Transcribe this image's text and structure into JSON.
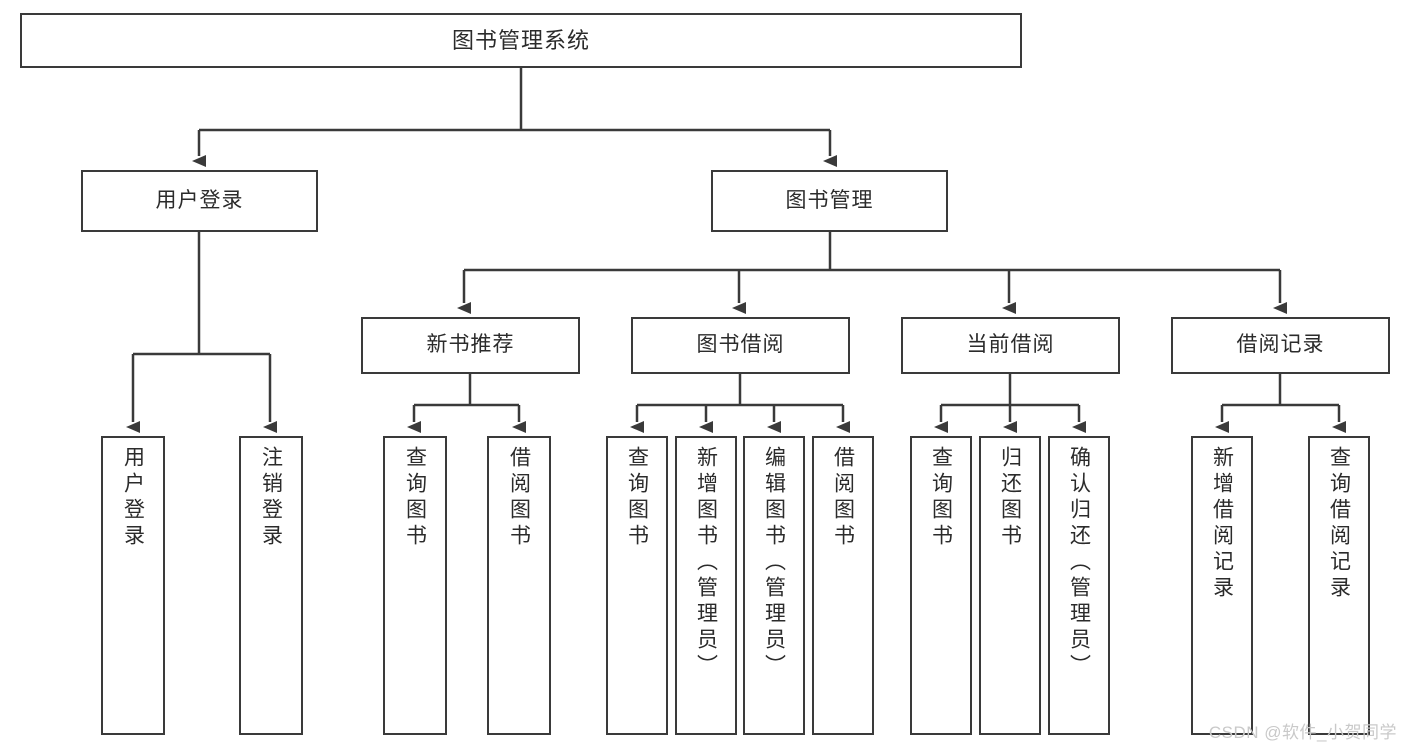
{
  "diagram": {
    "title": "图书管理系统",
    "type": "tree-hierarchy-functional-decomposition",
    "root": {
      "label": "图书管理系统"
    },
    "level2": [
      {
        "label": "用户登录"
      },
      {
        "label": "图书管理"
      }
    ],
    "level3": [
      {
        "label": "新书推荐"
      },
      {
        "label": "图书借阅"
      },
      {
        "label": "当前借阅"
      },
      {
        "label": "借阅记录"
      }
    ],
    "leaves": {
      "user_login": [
        {
          "label": "用户登录"
        },
        {
          "label": "注销登录"
        }
      ],
      "new_book_recommend": [
        {
          "label": "查询图书"
        },
        {
          "label": "借阅图书"
        }
      ],
      "book_borrow": [
        {
          "label": "查询图书"
        },
        {
          "label": "新增图书（管理员）"
        },
        {
          "label": "编辑图书（管理员）"
        },
        {
          "label": "借阅图书"
        }
      ],
      "current_borrow": [
        {
          "label": "查询图书"
        },
        {
          "label": "归还图书"
        },
        {
          "label": "确认归还（管理员）"
        }
      ],
      "borrow_record": [
        {
          "label": "新增借阅记录"
        },
        {
          "label": "查询借阅记录"
        }
      ]
    }
  },
  "watermark": {
    "text": "CSDN @软件_小贺同学"
  },
  "colors": {
    "box_border": "#3a3a3a",
    "box_fill": "#ffffff",
    "connector": "#3a3a3a",
    "text": "#2b2b2b",
    "watermark": "#c9c9c9",
    "background": "#ffffff"
  }
}
